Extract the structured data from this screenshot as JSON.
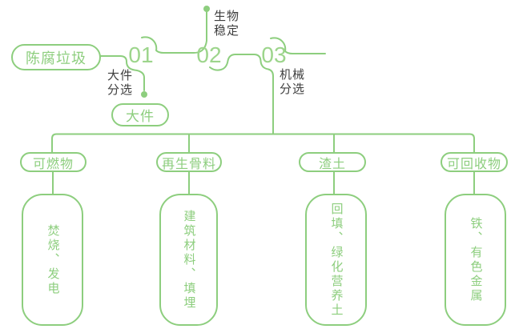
{
  "colors": {
    "line_green": "#8DCE7E",
    "number_green": "#9DD58C",
    "label_dark": "#3E3E3E",
    "background": "#FFFFFF"
  },
  "source": {
    "label": "陈腐垃圾"
  },
  "steps": {
    "step1": {
      "number": "01",
      "process": "大件\n分选",
      "output_label": "大件"
    },
    "step2": {
      "number": "02",
      "process": "生物\n稳定"
    },
    "step3": {
      "number": "03",
      "process": "机械\n分选"
    }
  },
  "branches": [
    {
      "category": "可燃物",
      "result": "焚烧、发电"
    },
    {
      "category": "再生骨料",
      "result": "建筑材料、填埋"
    },
    {
      "category": "渣土",
      "result": "回填、绿化营养土"
    },
    {
      "category": "可回收物",
      "result": "铁、有色金属"
    }
  ]
}
